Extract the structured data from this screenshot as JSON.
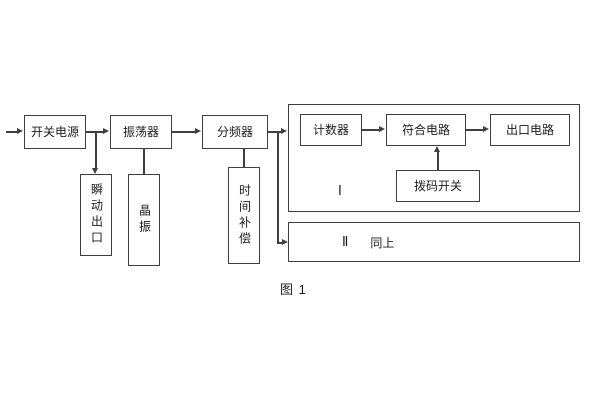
{
  "figure": {
    "caption": "图 1"
  },
  "blocks": {
    "power_supply": "开关电源",
    "oscillator": "振荡器",
    "frequency_divider": "分频器",
    "instant_output": "瞬动出口",
    "crystal_oscillator": "晶振",
    "time_compensation": "时间补偿",
    "counter": "计数器",
    "coincidence_circuit": "符合电路",
    "outlet_circuit": "出口电路",
    "dip_switch": "拨码开关"
  },
  "groups": {
    "group1_numeral": "Ⅰ",
    "group2_numeral": "Ⅱ",
    "group2_note": "同上"
  }
}
